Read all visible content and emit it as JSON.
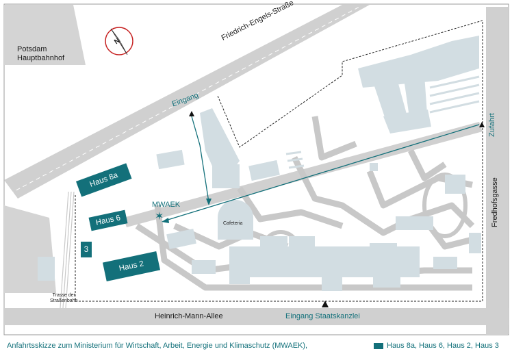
{
  "labels": {
    "station": "Potsdam\nHauptbahnhof",
    "street_top": "Friedrich-Engels-Straße",
    "street_bottom": "Heinrich-Mann-Allee",
    "street_right": "Fredhofsgasse",
    "entrance": "Eingang",
    "entrance_state": "Eingang Staatskanzlei",
    "access": "Zufahrt",
    "target": "MWAEK",
    "cafeteria": "Cafeteria",
    "tram": "Trasse der\nStraßenbahn",
    "compass": "N"
  },
  "buildings": {
    "haus8a": "Haus 8a",
    "haus6": "Haus 6",
    "haus2": "Haus 2",
    "haus3": "3"
  },
  "caption": "Anfahrtsskizze zum Ministerium für Wirtschaft, Arbeit, Energie und Klimaschutz (MWAEK),",
  "legend": "Haus 8a, Haus 6, Haus 2, Haus 3",
  "colors": {
    "teal": "#13707a",
    "building": "#d2dde2",
    "road": "#d0d0d0",
    "paths": "#bcbcbc"
  }
}
